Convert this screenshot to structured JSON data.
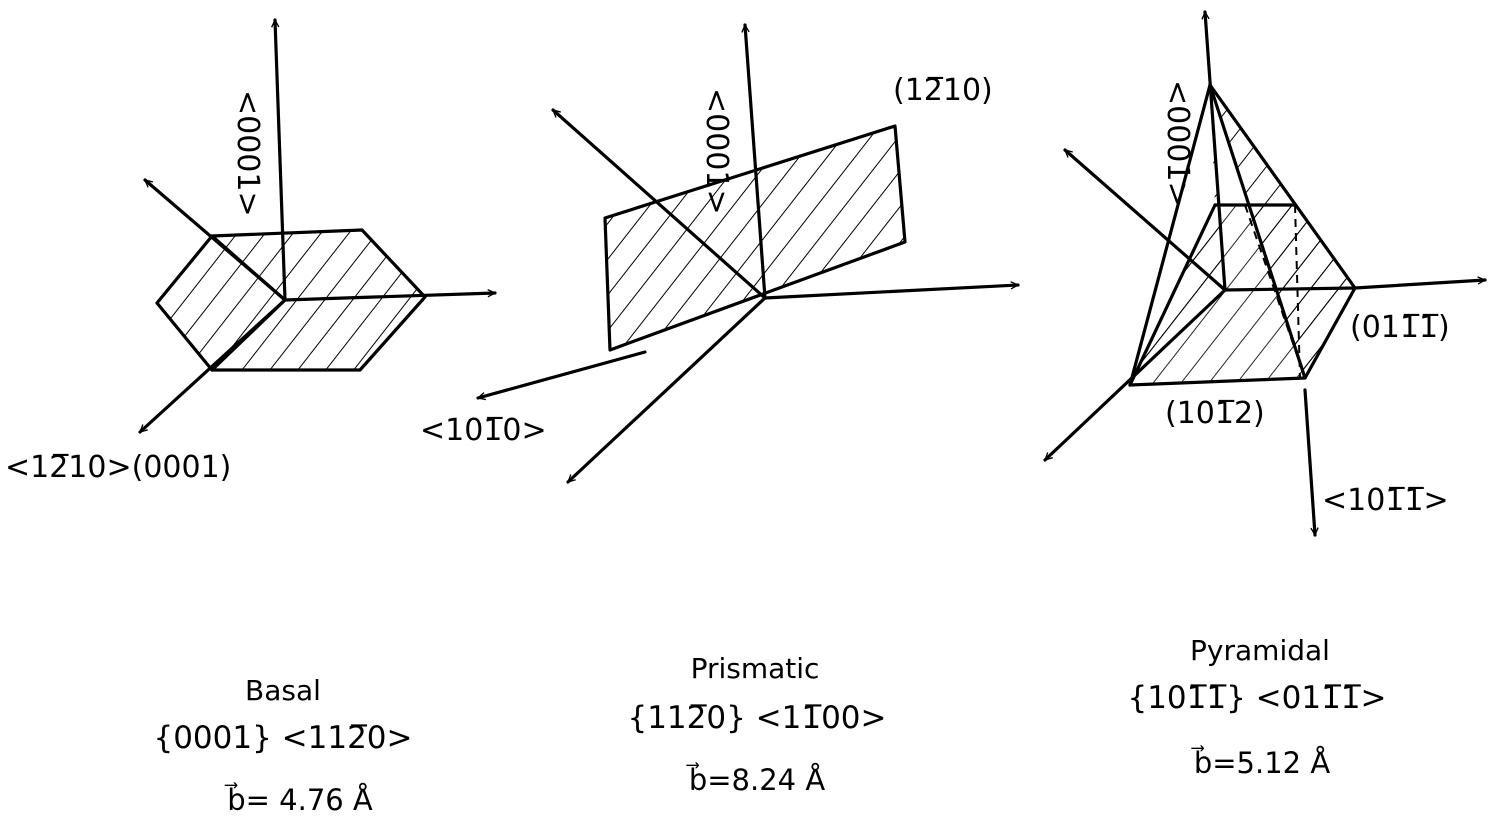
{
  "panels": [
    {
      "name": "Basal",
      "system": "{0001} <112̅0>",
      "burgers": "b⃗= 4.76 Å",
      "labels": {
        "c_axis": "<0001>",
        "direction_plane": "<12̅10>(0001)"
      }
    },
    {
      "name": "Prismatic",
      "system": "{112̅0} <11̅00>",
      "burgers": "b⃗=8.24 Å",
      "labels": {
        "c_axis": "<0001>",
        "plane": "(12̅10)",
        "direction": "<101̅0>"
      }
    },
    {
      "name": "Pyramidal",
      "system": "{101̅1̅} <011̅1̅>",
      "burgers": "b⃗=5.12 Å",
      "labels": {
        "c_axis": "<0001>",
        "plane_a": "(011̅1̅)",
        "plane_b": "(101̅2)",
        "direction": "<101̅1̅>"
      }
    }
  ]
}
